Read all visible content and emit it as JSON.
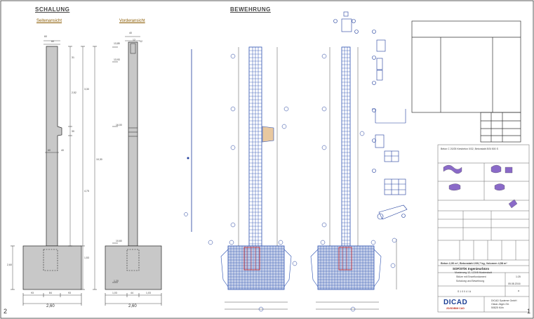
{
  "drawing": {
    "section_formwork": "SCHALUNG",
    "section_rebar": "BEWEHRUNG",
    "view_side": "Seitenansicht",
    "view_front": "Vorderansicht",
    "dims_side": [
      "60",
      "60",
      "31",
      "2,52",
      "3,30",
      "30",
      "60",
      "40",
      "10,30",
      "4,75",
      "1,53",
      "2,60",
      "93",
      "84",
      "93",
      "2,60"
    ],
    "dims_front": [
      "40",
      "12",
      "12",
      "13,85",
      "13,93",
      "16,00",
      "10,60",
      "1,20",
      "1,03",
      "44",
      "1,03",
      "2,60"
    ],
    "corner_left": "2",
    "corner_right": "1"
  },
  "title_block": {
    "info_line": "Beton C 20/25 Kiesbeton 0/32, Betonstahl BSt 500 S",
    "weights": "Beton 2,90 m³, Betonstahl 209,7 kg, Volumen 4,58 m³",
    "company": "SOFiSTiK Ingenieurbüro",
    "company_addr": "Musterweg 12, 12345 Musterstadt",
    "project_line1": "Stütze mit Einzelfundament",
    "project_line2": "Schalung und Bewehrung",
    "plan_no": "S 1 0 0 4 / A",
    "scale": "1:25",
    "date": "05.08.2016",
    "index": "a",
    "logo": "DICAD",
    "logo_sub": "2D/3D/BIM CAD",
    "vendor_line1": "DICAD Systeme GmbH",
    "vendor_line2": "Oskar-Jäger-Str.",
    "vendor_line3": "50825 Köln"
  },
  "colors": {
    "concrete": "#c8c8c8",
    "rebar": "#2a4fb0",
    "stirrup_red": "#cc2222",
    "dim_line": "#222222",
    "title_text": "#444444"
  }
}
